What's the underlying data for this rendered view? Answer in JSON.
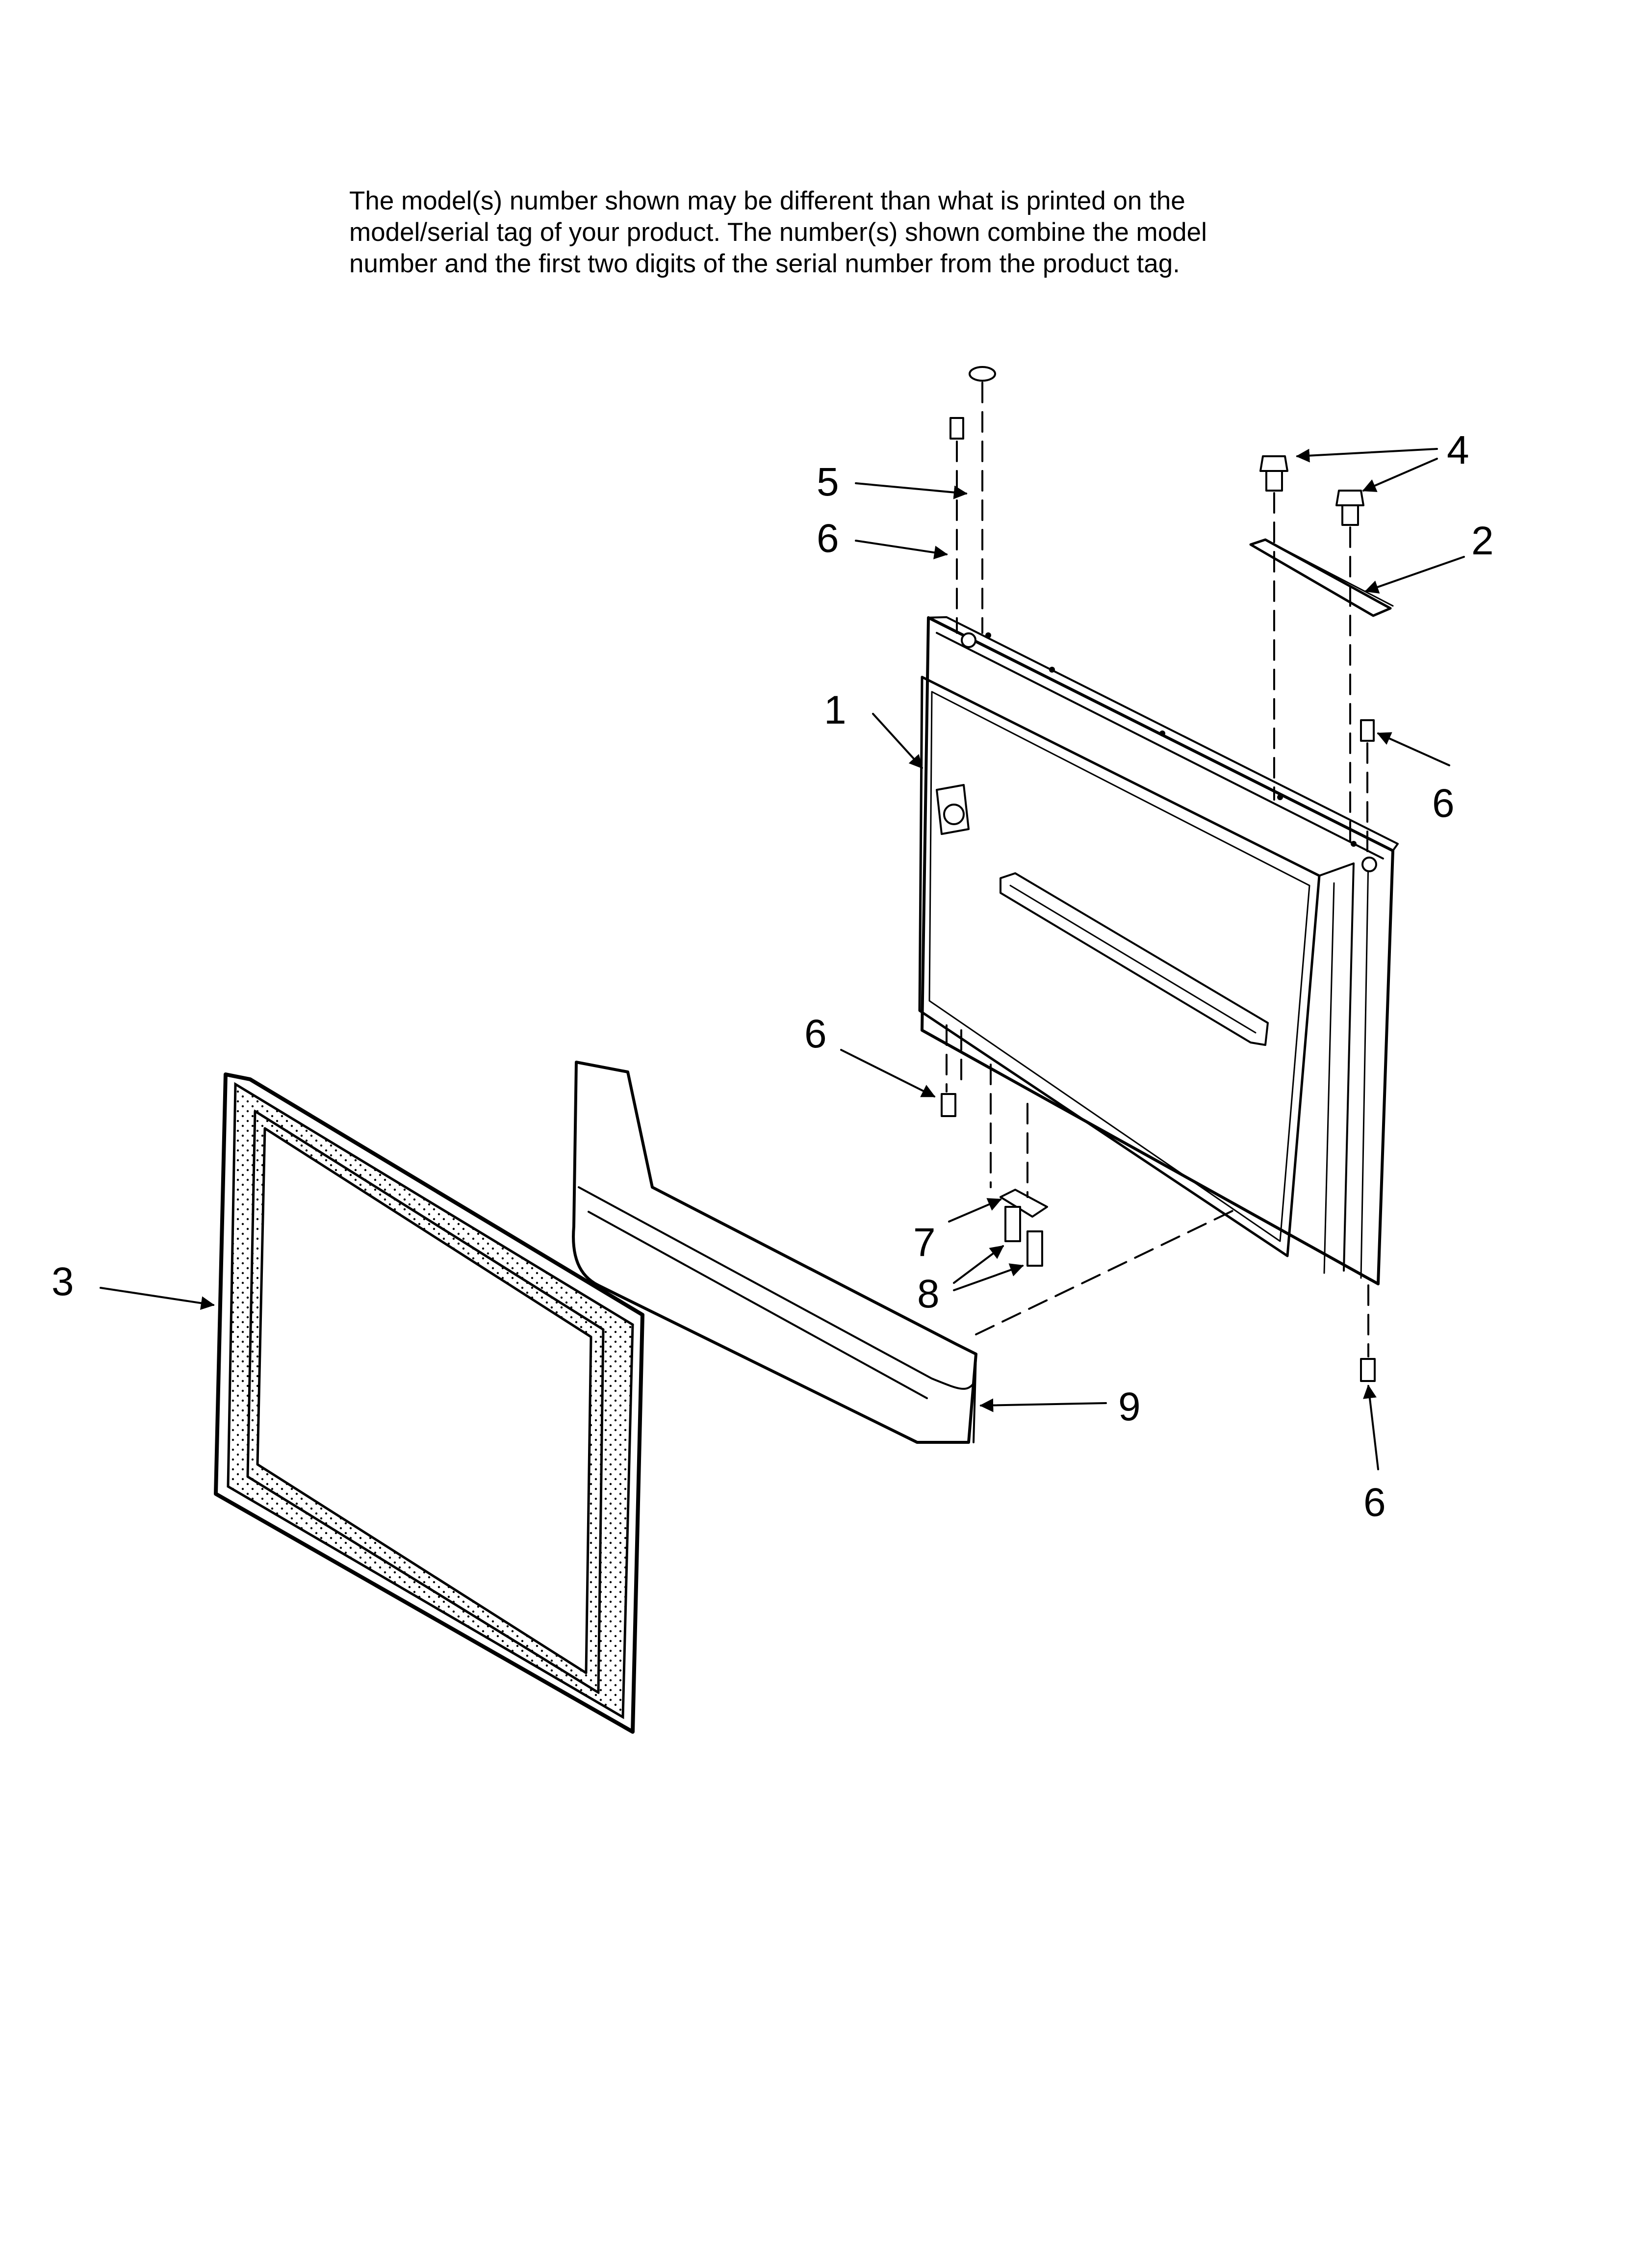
{
  "note": {
    "lines": [
      "The model(s) number shown may be different than what is printed on the",
      "model/serial tag of your product. The number(s) shown combine the model",
      "number and the first two digits of the serial number from the product tag."
    ]
  },
  "callouts": {
    "c1": "1",
    "c2": "2",
    "c3": "3",
    "c4": "4",
    "c5": "5",
    "c6a": "6",
    "c6b": "6",
    "c6c": "6",
    "c6d": "6",
    "c7": "7",
    "c8": "8",
    "c9": "9"
  }
}
